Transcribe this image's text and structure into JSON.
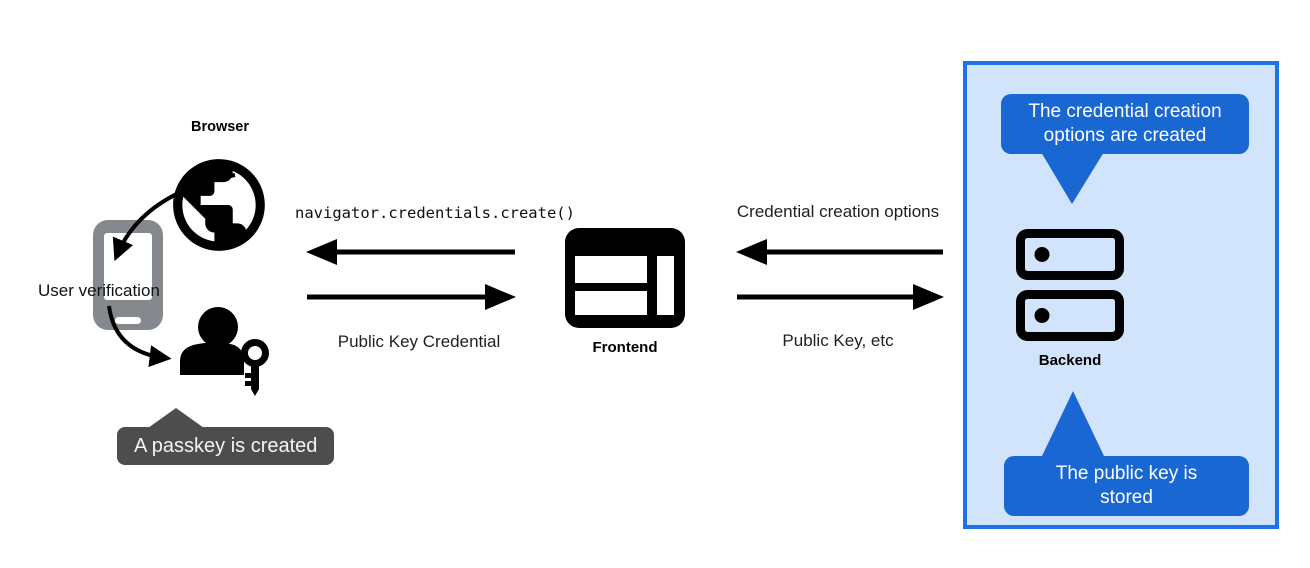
{
  "nodes": {
    "browser": {
      "label": "Browser",
      "icon": "globe-icon"
    },
    "authenticator": {
      "label": "User verification",
      "icon": "smartphone-icon"
    },
    "user": {
      "icon": "person-with-key-icon"
    },
    "frontend": {
      "label": "Frontend",
      "icon": "browser-window-icon"
    },
    "backend": {
      "label": "Backend",
      "icon": "server-stack-icon"
    }
  },
  "flows": {
    "frontend_to_browser": {
      "label": "navigator.credentials.create()",
      "direction": "left"
    },
    "browser_to_frontend": {
      "label": "Public Key Credential",
      "direction": "right"
    },
    "backend_to_frontend": {
      "label": "Credential creation options",
      "direction": "left"
    },
    "frontend_to_backend": {
      "label": "Public Key, etc",
      "direction": "right"
    }
  },
  "callouts": {
    "passkey_tooltip": "A passkey is created",
    "backend_top_bubble": "The credential creation options are created",
    "backend_bottom_bubble": "The public key is stored"
  },
  "colors": {
    "panel_fill": "#d2e3fc",
    "panel_border": "#1a73e8",
    "bubble_blue": "#1967d2",
    "tooltip_gray": "#4d4d4d",
    "phone_gray": "#85898e",
    "ink": "#000000"
  }
}
